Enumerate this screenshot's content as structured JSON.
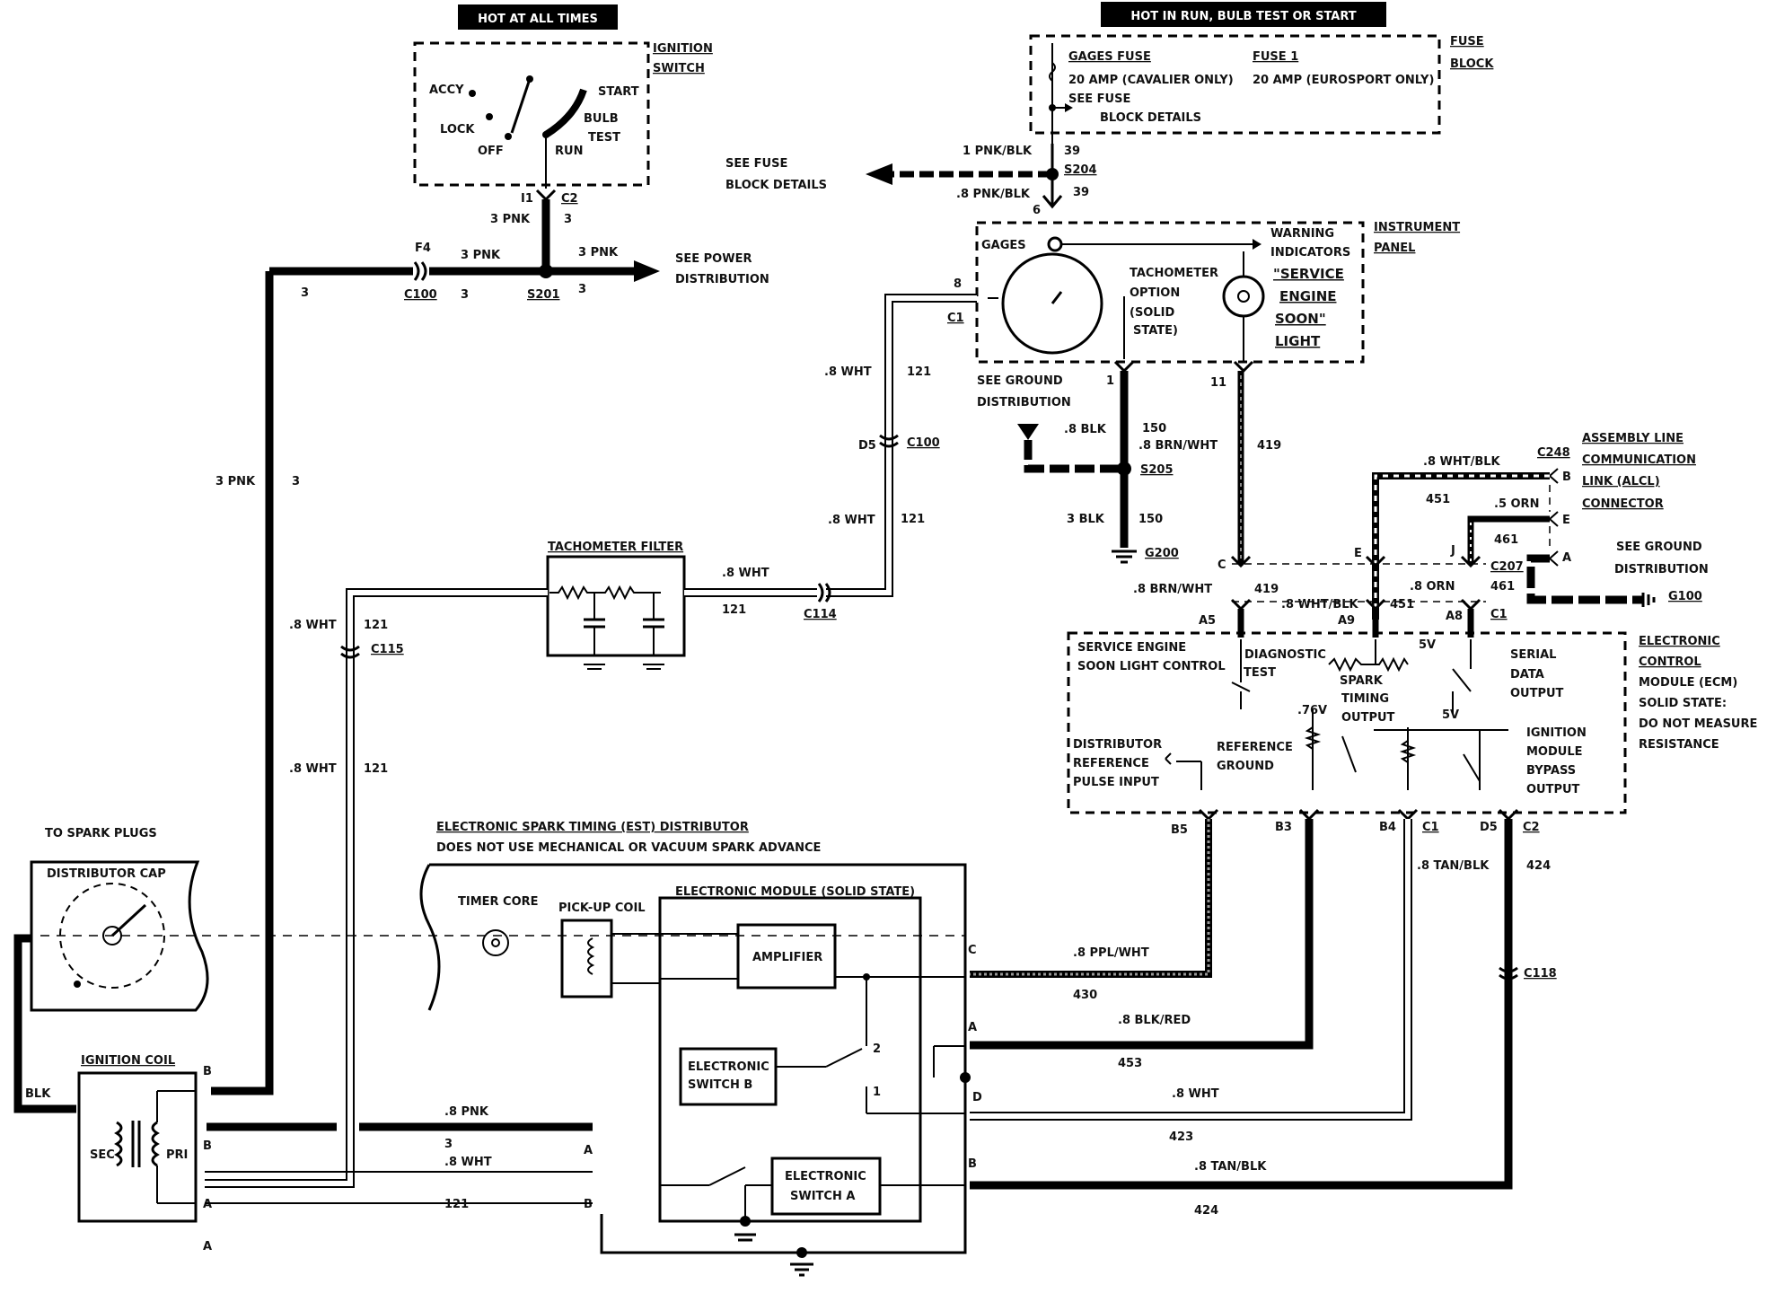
{
  "headers": {
    "hot_at_all_times": "HOT AT ALL TIMES",
    "hot_in_run": "HOT IN RUN, BULB TEST OR START"
  },
  "ignition_switch": {
    "title_1": "IGNITION",
    "title_2": "SWITCH",
    "accy": "ACCY",
    "lock": "LOCK",
    "off": "OFF",
    "run": "RUN",
    "start": "START",
    "bulb": "BULB",
    "test": "TEST",
    "pin_i1": "I1",
    "conn_c2": "C2",
    "wire": "3 PNK",
    "circuit": "3"
  },
  "fuse_block": {
    "gages_fuse": "GAGES FUSE",
    "gages_rating": "20 AMP (CAVALIER ONLY)",
    "fuse1": "FUSE 1",
    "fuse1_rating": "20 AMP (EUROSPORT ONLY)",
    "see_fuse_1": "SEE FUSE",
    "see_fuse_2": "BLOCK DETAILS",
    "title_1": "FUSE",
    "title_2": "BLOCK"
  },
  "splice_s204": {
    "wire_top": "1 PNK/BLK",
    "circuit_top": "39",
    "name": "S204",
    "wire_bottom": ".8 PNK/BLK",
    "circuit_bottom": "39",
    "pin": "6",
    "see_1": "SEE FUSE",
    "see_2": "BLOCK DETAILS"
  },
  "power": {
    "f4": "F4",
    "c100": "C100",
    "wire_left": "3 PNK",
    "circuit": "3",
    "s201": "S201",
    "wire_right": "3 PNK",
    "see_1": "SEE POWER",
    "see_2": "DISTRIBUTION"
  },
  "instrument_panel": {
    "title_1": "INSTRUMENT",
    "title_2": "PANEL",
    "gages": "GAGES",
    "tach_1": "TACHOMETER",
    "tach_2": "OPTION",
    "tach_3": "(SOLID",
    "tach_4": "STATE)",
    "warn_1": "WARNING",
    "warn_2": "INDICATORS",
    "ses_1": "\"SERVICE",
    "ses_2": "ENGINE",
    "ses_3": "SOON\"",
    "ses_4": "LIGHT",
    "pin_8": "8",
    "conn_c1": "C1",
    "pin_1": "1",
    "pin_11": "11",
    "see_gnd_1": "SEE GROUND",
    "see_gnd_2": "DISTRIBUTION"
  },
  "ground_s205": {
    "wire_blk": ".8 BLK",
    "c150": "150",
    "wire_brnwht": ".8 BRN/WHT",
    "name": "S205",
    "wire_3blk": "3 BLK",
    "c150b": "150",
    "g200": "G200",
    "c419": "419"
  },
  "tach_circuit": {
    "wire_1": ".8 WHT",
    "c121a": "121",
    "d5": "D5",
    "c100": "C100",
    "wire_2": ".8 WHT",
    "c121b": "121",
    "filter": "TACHOMETER FILTER",
    "wire_3": ".8 WHT",
    "c121c": "121",
    "c114": "C114",
    "wire_4": ".8 WHT",
    "c121d": "121",
    "c115": "C115",
    "wire_5": ".8 WHT",
    "c121e": "121",
    "wire_3pnk": "3 PNK",
    "c3": "3"
  },
  "alcl": {
    "title_1": "ASSEMBLY LINE",
    "title_2": "COMMUNICATION",
    "title_3": "LINK (ALCL)",
    "title_4": "CONNECTOR",
    "c248": "C248",
    "pin_b": "B",
    "pin_e": "E",
    "pin_a": "A",
    "wire_whtblk": ".8 WHT/BLK",
    "c451": "451",
    "wire_orn": ".5 ORN",
    "c461": "461",
    "see_gnd_1": "SEE GROUND",
    "see_gnd_2": "DISTRIBUTION",
    "g100": "G100"
  },
  "c207": {
    "pin_c": "C",
    "pin_e": "E",
    "pin_j": "J",
    "name": "C207",
    "c461": "461",
    "wire_brnwht": ".8 BRN/WHT",
    "c419": "419",
    "wire_whtblk": ".8 WHT/BLK",
    "c451": "451",
    "wire_orn": ".8 ORN",
    "c461b": "461",
    "a5": "A5",
    "a9": "A9",
    "a8": "A8",
    "c1": "C1"
  },
  "ecm": {
    "title_1": "ELECTRONIC",
    "title_2": "CONTROL",
    "title_3": "MODULE (ECM)",
    "note_1": "SOLID STATE:",
    "note_2": "DO NOT MEASURE",
    "note_3": "RESISTANCE",
    "ses_1": "SERVICE ENGINE",
    "ses_2": "SOON LIGHT CONTROL",
    "diag_1": "DIAGNOSTIC",
    "diag_2": "TEST",
    "v5a": "5V",
    "serial_1": "SERIAL",
    "serial_2": "DATA",
    "serial_3": "OUTPUT",
    "spark_1": "SPARK",
    "spark_2": "TIMING",
    "spark_3": "OUTPUT",
    "v5b": "5V",
    "v76": ".76V",
    "dist_1": "DISTRIBUTOR",
    "dist_2": "REFERENCE",
    "dist_3": "PULSE INPUT",
    "ref_1": "REFERENCE",
    "ref_2": "GROUND",
    "ign_1": "IGNITION",
    "ign_2": "MODULE",
    "ign_3": "BYPASS",
    "ign_4": "OUTPUT",
    "b5": "B5",
    "b3": "B3",
    "b4": "B4",
    "c1": "C1",
    "d5": "D5",
    "c2": "C2"
  },
  "est": {
    "title": "ELECTRONIC SPARK TIMING (EST) DISTRIBUTOR",
    "subtitle": "DOES NOT USE MECHANICAL OR VACUUM SPARK ADVANCE",
    "module": "ELECTRONIC MODULE (SOLID STATE)",
    "timer": "TIMER CORE",
    "pickup": "PICK-UP COIL",
    "amp": "AMPLIFIER",
    "swb_1": "ELECTRONIC",
    "swb_2": "SWITCH B",
    "swa_1": "ELECTRONIC",
    "swa_2": "SWITCH A",
    "sw_1": "1",
    "sw_2": "2",
    "pin_c": "C",
    "pin_a": "A",
    "pin_d": "D",
    "pin_b": "B",
    "pin_a_left": "A",
    "pin_b_left": "B"
  },
  "est_wires": {
    "ppl": ".8 PPL/WHT",
    "c430": "430",
    "blkred": ".8 BLK/RED",
    "c453": "453",
    "wht": ".8 WHT",
    "c423": "423",
    "tanblk": ".8 TAN/BLK",
    "c424": "424",
    "tanblk_v": ".8 TAN/BLK",
    "c424v": "424",
    "c118": "C118"
  },
  "coil": {
    "to_plugs": "TO SPARK PLUGS",
    "cap": "DISTRIBUTOR CAP",
    "title": "IGNITION COIL",
    "sec": "SEC",
    "pri": "PRI",
    "blk": "BLK",
    "pin_b1": "B",
    "pin_b2": "B",
    "pin_a1": "A",
    "pin_a2": "A",
    "wire_pnk": ".8 PNK",
    "c3": "3",
    "wire_wht": ".8 WHT",
    "c121": "121"
  }
}
